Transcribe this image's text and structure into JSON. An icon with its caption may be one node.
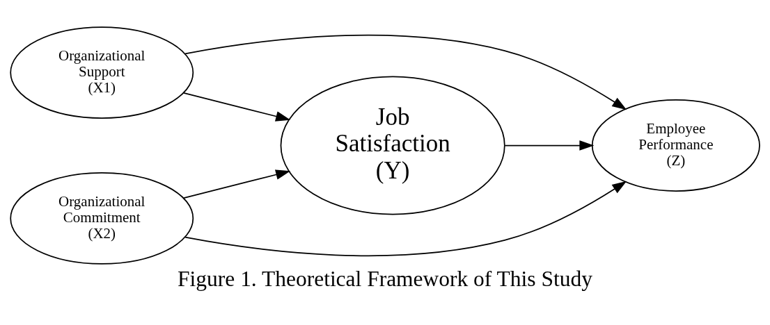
{
  "diagram": {
    "caption": "Figure 1. Theoretical Framework of This Study",
    "nodes": [
      {
        "text": [
          "Organizational Support",
          "(X1)"
        ]
      },
      {
        "text": [
          "Organizational Commitment",
          "(X2)"
        ]
      },
      {
        "text": [
          "Job Satisfaction",
          "(Y)"
        ]
      },
      {
        "text": [
          "Employee Performance",
          "(Z)"
        ]
      }
    ],
    "edges": [
      {
        "from": 0,
        "to": 2,
        "arrow": "to"
      },
      {
        "from": 0,
        "to": 3,
        "arrow": "to"
      },
      {
        "from": 2,
        "to": 3,
        "arrow": "to"
      },
      {
        "from": 1,
        "to": 2,
        "arrow": "to"
      },
      {
        "from": 1,
        "to": 3,
        "arrow": "to"
      }
    ]
  }
}
